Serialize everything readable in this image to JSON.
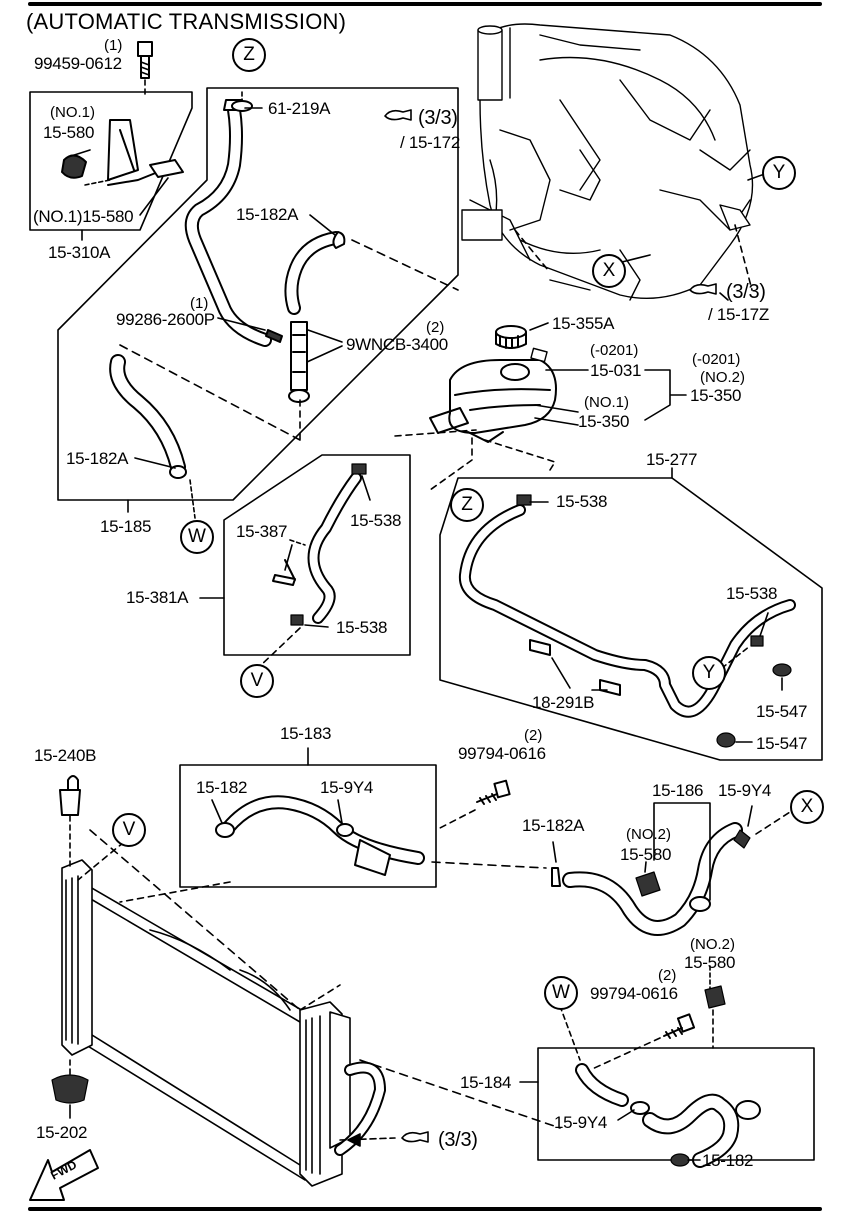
{
  "title": "(AUTOMATIC TRANSMISSION)",
  "callouts": {
    "z_top": "Z",
    "y": "Y",
    "x_engine": "X",
    "w": "W",
    "z_mid": "Z",
    "v_mid": "V",
    "y_pipe": "Y",
    "v_low": "V",
    "x_low": "X",
    "w_low": "W"
  },
  "labels": {
    "qty_1a": "(1)",
    "p99459": "99459-0612",
    "no1a": "(NO.1)",
    "p15580a": "15-580",
    "p15580b": "(NO.1)15-580",
    "p15310A": "15-310A",
    "p61219A": "61-219A",
    "p15182A_top": "15-182A",
    "qty_1b": "(1)",
    "p99286": "99286-2600P",
    "qty_2a": "(2)",
    "p9WNCB": "9WNCB-3400",
    "p15182A_left": "15-182A",
    "p15185": "15-185",
    "ref_33_top": "(3/3)",
    "ref_15172": "/ 15-172",
    "ref_33_right": "(3/3)",
    "ref_1517Z": "/ 15-17Z",
    "p15355A": "15-355A",
    "p0201a": "(-0201)",
    "p15031": "15-031",
    "p0201b": "(-0201)",
    "no2a": "(NO.2)",
    "no1b": "(NO.1)",
    "p15350a": "15-350",
    "p15350b": "15-350",
    "p15277": "15-277",
    "p15538a": "15-538",
    "p15538b": "15-538",
    "p15538c": "15-538",
    "p15538d": "15-538",
    "p15387": "15-387",
    "p15381A": "15-381A",
    "p18291B": "18-291B",
    "p15547a": "15-547",
    "p15547b": "15-547",
    "p15240B": "15-240B",
    "p15183": "15-183",
    "p15182": "15-182",
    "p159Y4a": "15-9Y4",
    "qty_2b": "(2)",
    "p99794a": "99794-0616",
    "p15182A_low": "15-182A",
    "p15186": "15-186",
    "p159Y4b": "15-9Y4",
    "no2b": "(NO.2)",
    "p15580c": "15-580",
    "no2c": "(NO.2)",
    "p15580d": "15-580",
    "qty_2c": "(2)",
    "p99794b": "99794-0616",
    "p15184": "15-184",
    "p159Y4c": "15-9Y4",
    "p15182_low": "15-182",
    "p15202": "15-202",
    "ref_33_low": "(3/3)",
    "fwd": "FWD"
  }
}
